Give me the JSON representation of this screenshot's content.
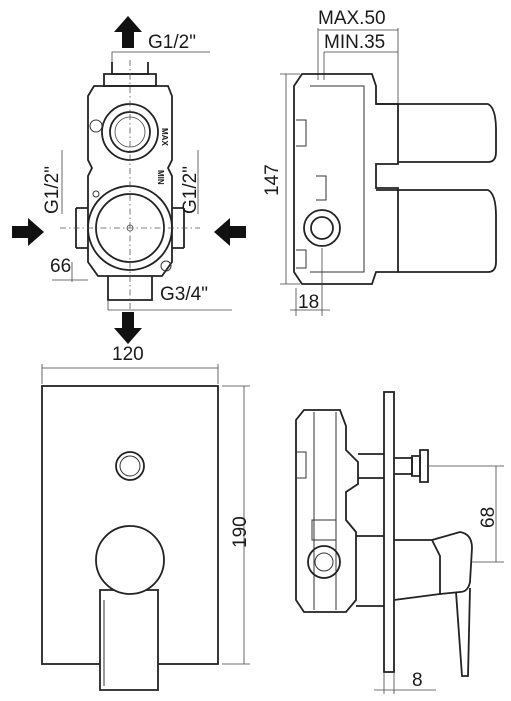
{
  "dimensions": {
    "top_inlet_thread": "G1/2\"",
    "left_inlet_thread": "G1/2\"",
    "right_inlet_thread": "G1/2\"",
    "bottom_outlet_thread": "G3/4\"",
    "side_offset": "66",
    "max_depth": "MAX.50",
    "min_depth": "MIN.35",
    "body_height": "147",
    "body_spacing": "18",
    "plate_width": "120",
    "plate_height": "190",
    "outlet_spacing": "68",
    "plate_thickness": "8"
  },
  "markings": {
    "max_mark": "MAX",
    "min_mark": "MIN"
  }
}
